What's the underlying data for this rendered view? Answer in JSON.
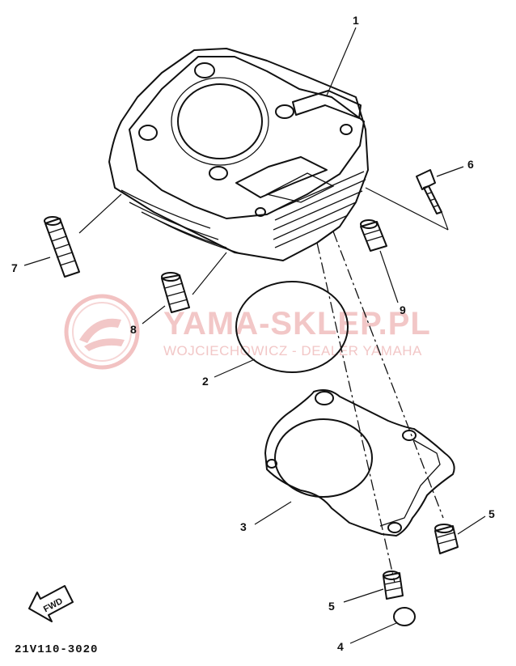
{
  "diagram": {
    "part_numbers": {
      "p1": "1",
      "p2": "2",
      "p3": "3",
      "p4": "4",
      "p5a": "5",
      "p5b": "5",
      "p6": "6",
      "p7": "7",
      "p8": "8",
      "p9": "9"
    },
    "fwd_label": "FWD",
    "drawing_code": "21V110-3020"
  },
  "watermark": {
    "title": "YAMA-SKLEP.PL",
    "subtitle": "WOJCIECHOWICZ - DEALER YAMAHA"
  }
}
